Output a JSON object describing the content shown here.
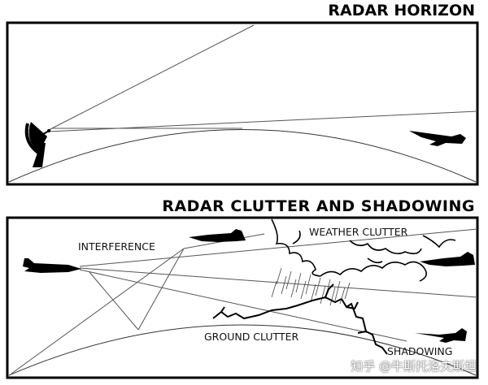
{
  "panel_top": {
    "title": "RADAR HORIZON"
  },
  "panel_bottom": {
    "title": "RADAR CLUTTER AND SHADOWING",
    "labels": {
      "interference": "INTERFERENCE",
      "weather_clutter": "WEATHER CLUTTER",
      "ground_clutter": "GROUND CLUTTER",
      "shadowing": "SHADOWING"
    }
  },
  "watermark": "知乎 @牛斯托洛夫斯坦"
}
